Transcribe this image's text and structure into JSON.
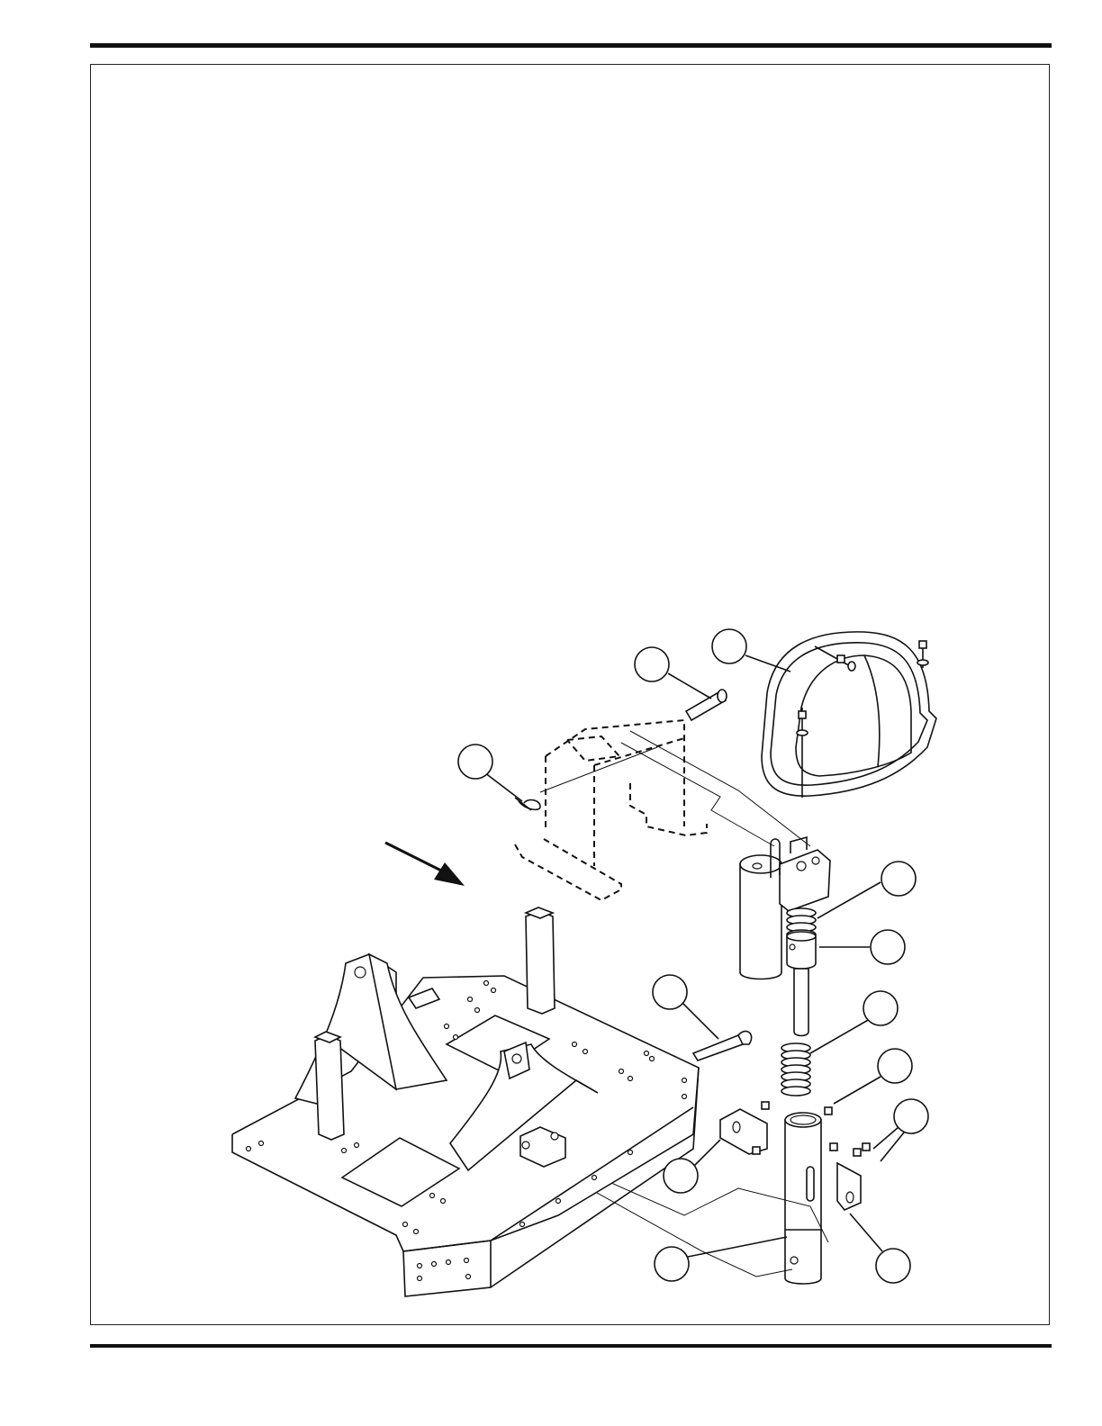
{
  "page": {
    "header_rule": "top-rule",
    "footer_rule": "bottom-rule"
  },
  "diagram": {
    "callouts": [
      "",
      "",
      "",
      "",
      "",
      "",
      "",
      "",
      "",
      "",
      "",
      ""
    ],
    "parts": [
      "mounting-bracket",
      "pivot-pin",
      "cotter-pin",
      "motor-cover",
      "actuator-motor",
      "upper-spring",
      "actuator-coupler",
      "lower-spring",
      "pivot-pin-lower",
      "actuator-tube",
      "tube-clamp-bracket",
      "carriage-frame",
      "direction-arrow"
    ]
  }
}
